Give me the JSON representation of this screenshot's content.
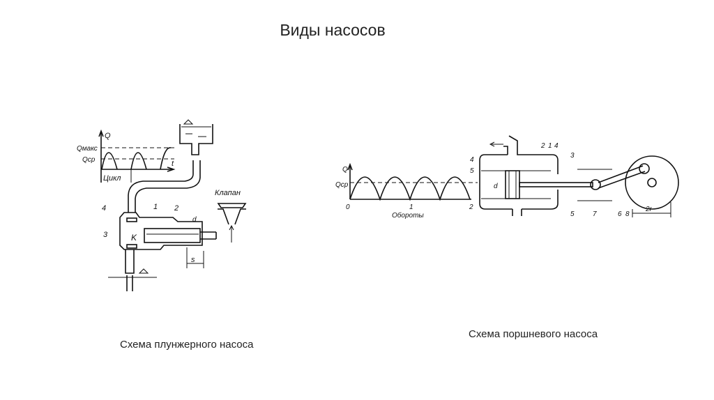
{
  "slide": {
    "title": "Виды насосов",
    "plunger_caption": "Схема плунжерного насоса",
    "piston_caption": "Схема поршневого насоса"
  },
  "plunger": {
    "axis_q": "Q",
    "q_max": "Qмакс",
    "q_avg": "Qср",
    "axis_t": "t",
    "cycle": "Цикл",
    "valve": "Клапан",
    "labels": [
      "1",
      "2",
      "3",
      "4",
      "K",
      "d",
      "s"
    ]
  },
  "piston": {
    "axis_q": "Q",
    "q_avg": "Qср",
    "x_ticks": [
      "0",
      "1",
      "2"
    ],
    "x_label": "Обороты",
    "labels": [
      "2",
      "1",
      "4",
      "3",
      "4",
      "5",
      "5",
      "7",
      "6",
      "8",
      "d",
      "2r"
    ]
  }
}
